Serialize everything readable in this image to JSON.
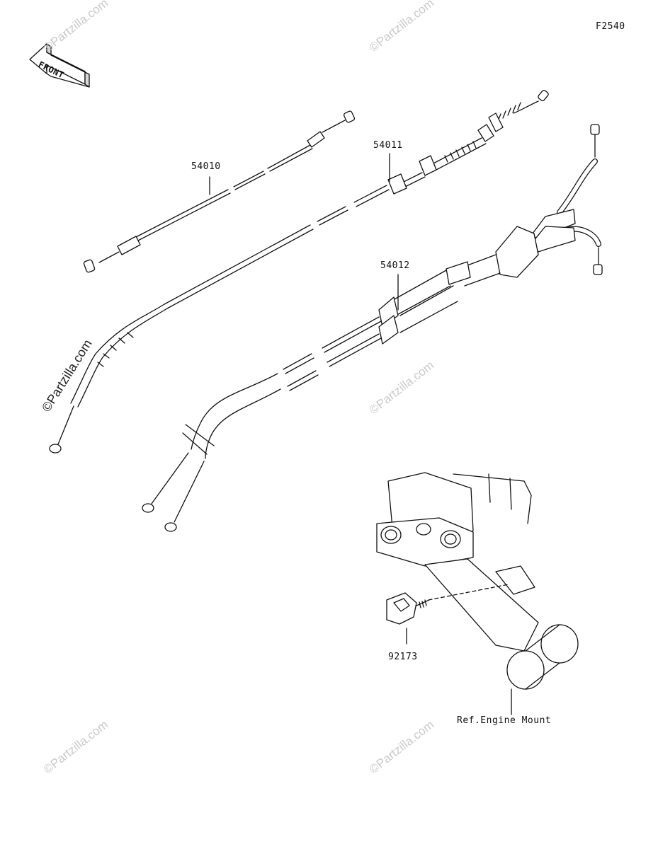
{
  "figure_code": "F2540",
  "front_arrow_label": "FRONT",
  "parts": {
    "p54010": "54010",
    "p54011": "54011",
    "p54012": "54012",
    "p92173": "92173"
  },
  "reference_label": "Ref.Engine Mount",
  "watermark_text": "©Partzilla.com",
  "colors": {
    "line": "#111111",
    "watermark": "#c9c9c9"
  }
}
